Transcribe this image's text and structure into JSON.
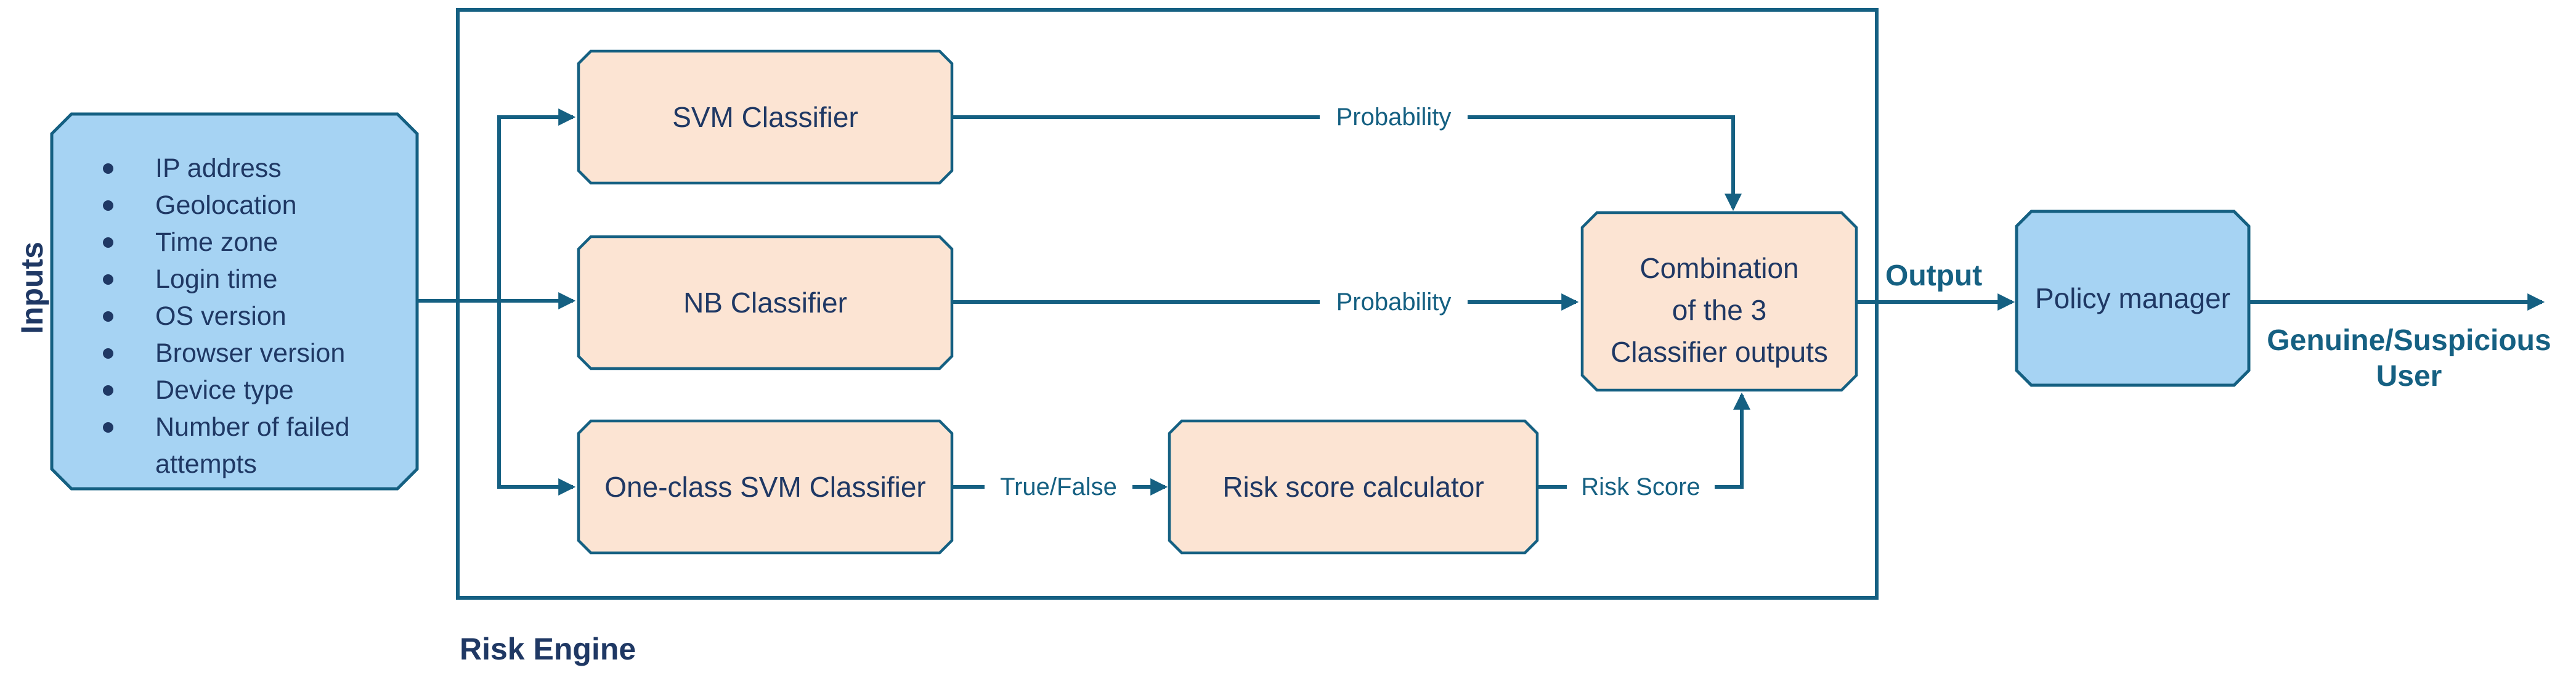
{
  "colors": {
    "accent_teal": "#156082",
    "text_navy": "#1F3864",
    "node_fill_peach": "#FCE4D3",
    "node_fill_blue": "#A6D3F3",
    "background": "#FFFFFF"
  },
  "inputs": {
    "label": "Inputs",
    "items": [
      "IP address",
      "Geolocation",
      "Time zone",
      "Login time",
      "OS version",
      "Browser version",
      "Device type",
      "Number of failed attempts"
    ]
  },
  "risk_engine": {
    "label": "Risk Engine",
    "svm": "SVM Classifier",
    "nb": "NB Classifier",
    "one_class": "One-class SVM Classifier",
    "risk_calc": "Risk score calculator",
    "combination_lines": [
      "Combination",
      "of the 3",
      "Classifier outputs"
    ]
  },
  "policy_manager": "Policy manager",
  "edge_labels": {
    "probability_svm": "Probability",
    "probability_nb": "Probability",
    "true_false": "True/False",
    "risk_score": "Risk Score",
    "output": "Output",
    "result_lines": [
      "Genuine/Suspicious",
      "User"
    ]
  }
}
